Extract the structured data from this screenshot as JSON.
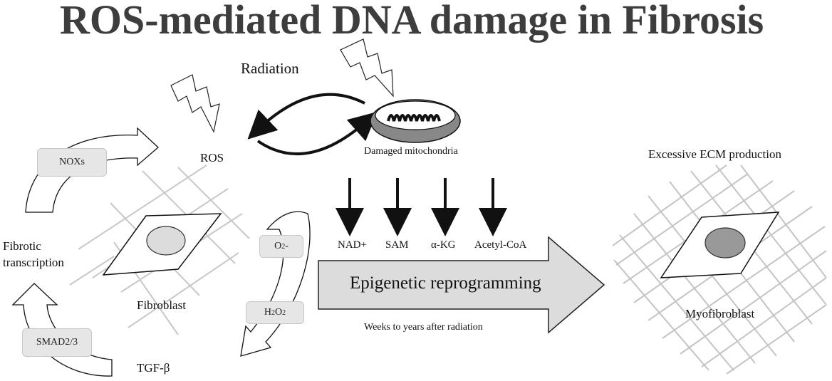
{
  "title": "ROS-mediated DNA damage in Fibrosis",
  "labels": {
    "radiation": "Radiation",
    "ros": "ROS",
    "damaged_mitochondria": "Damaged mitochondria",
    "fibroblast": "Fibroblast",
    "fibrotic_transcription_line1": "Fibrotic",
    "fibrotic_transcription_line2": "transcription",
    "tgf_beta": "TGF-β",
    "excessive_ecm": "Excessive ECM production",
    "myofibroblast": "Myofibroblast",
    "epigenetic_reprogramming": "Epigenetic reprogramming",
    "timeframe": "Weeks to years after radiation"
  },
  "boxes": {
    "noxs": "NOXs",
    "smad": "SMAD2/3",
    "o2_base": "O",
    "o2_sub": "2",
    "o2_sup": "-",
    "h2o2_a": "H",
    "h2o2_b": "2",
    "h2o2_c": "O",
    "h2o2_d": "2"
  },
  "metabolites": [
    "NAD+",
    "SAM",
    "α-KG",
    "Acetyl-CoA"
  ],
  "colors": {
    "title": "#3d3d3d",
    "arrow_fill": "#dcdcdc",
    "nucleus_light": "#dcdcdc",
    "nucleus_dark": "#999999",
    "mesh": "#c4c4c4"
  }
}
